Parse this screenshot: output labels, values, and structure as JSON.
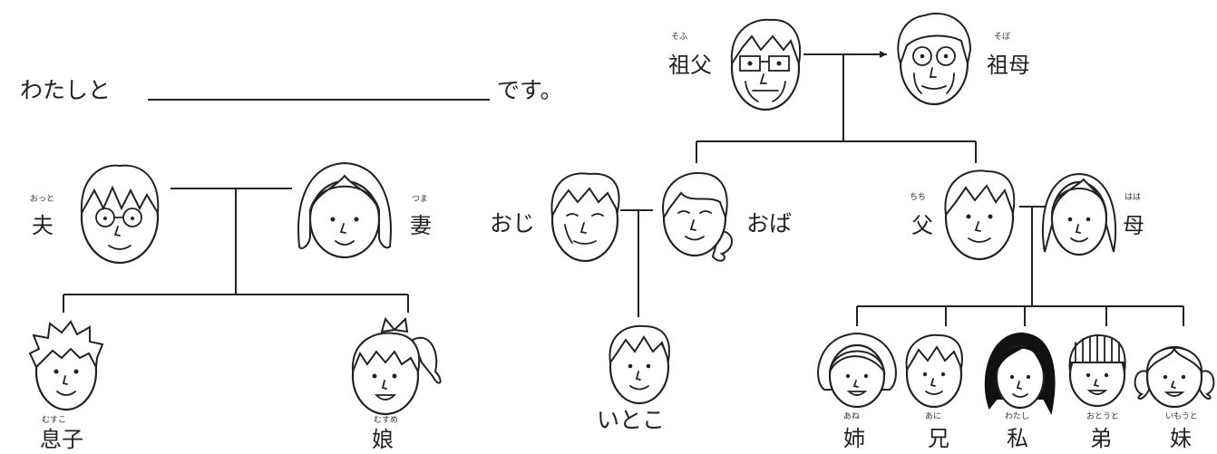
{
  "sentence": {
    "prefix": "わたしと",
    "blank": "",
    "suffix": "です。"
  },
  "left_family": {
    "husband": {
      "kanji": "夫",
      "reading": "おっと"
    },
    "wife": {
      "kanji": "妻",
      "reading": "つま"
    },
    "son": {
      "kanji": "息子",
      "reading": "むすこ"
    },
    "daughter": {
      "kanji": "娘",
      "reading": "むすめ"
    }
  },
  "right_family": {
    "grandfather": {
      "kanji": "祖父",
      "reading": "そふ"
    },
    "grandmother": {
      "kanji": "祖母",
      "reading": "そぼ"
    },
    "uncle": {
      "label": "おじ"
    },
    "aunt": {
      "label": "おば"
    },
    "cousin": {
      "label": "いとこ"
    },
    "father": {
      "kanji": "父",
      "reading": "ちち"
    },
    "mother": {
      "kanji": "母",
      "reading": "はは"
    },
    "older_sister": {
      "kanji": "姉",
      "reading": "あね"
    },
    "older_brother": {
      "kanji": "兄",
      "reading": "あに"
    },
    "me": {
      "kanji": "私",
      "reading": "わたし"
    },
    "younger_brother": {
      "kanji": "弟",
      "reading": "おとうと"
    },
    "younger_sister": {
      "kanji": "妹",
      "reading": "いもうと"
    }
  }
}
